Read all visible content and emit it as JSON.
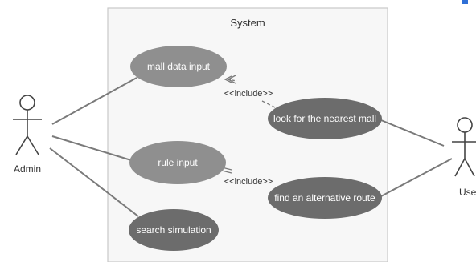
{
  "diagram": {
    "system_label": "System",
    "actors": {
      "admin": {
        "label": "Admin"
      },
      "user": {
        "label": "User"
      }
    },
    "use_cases": {
      "mall_data_input": "mall data input",
      "rule_input": "rule input",
      "search_simulation": "search simulation",
      "look_for_nearest_mall": "look for the nearest mall",
      "find_alternative_route": "find an alternative route"
    },
    "relations": {
      "include_1": "<<include>>",
      "include_2": "<<include>>"
    },
    "colors": {
      "use_case_light": "#8f8f8f",
      "use_case_dark": "#6c6c6c",
      "use_case_text": "#ffffff",
      "line": "#7a7a7a",
      "system_border": "#c9c9c9",
      "system_fill": "#f7f7f7",
      "link_blue": "#2f6fd6"
    }
  }
}
